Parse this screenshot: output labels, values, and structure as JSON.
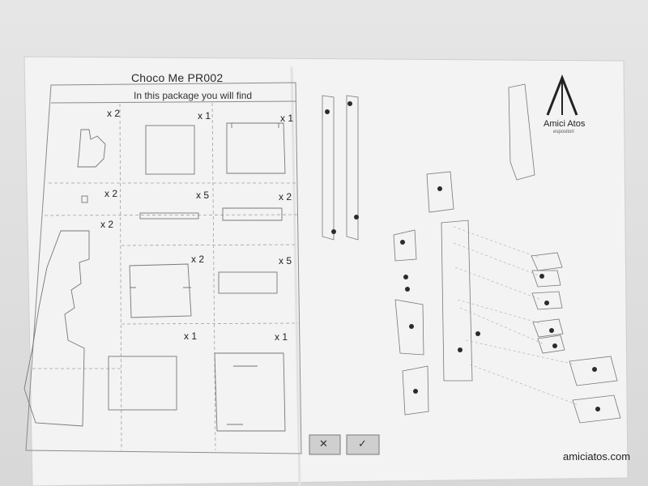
{
  "document": {
    "title": "Choco Me PR002",
    "subtitle": "In this package you will find"
  },
  "parts": [
    {
      "qty": "x 2"
    },
    {
      "qty": "x 1"
    },
    {
      "qty": "x 1"
    },
    {
      "qty": "x 2"
    },
    {
      "qty": "x 5"
    },
    {
      "qty": "x 2"
    },
    {
      "qty": "x 2"
    },
    {
      "qty": "x 2"
    },
    {
      "qty": "x 5"
    },
    {
      "qty": "x 1"
    },
    {
      "qty": "x 1"
    }
  ],
  "brand": {
    "logo_letter": "A",
    "name": "Amici Atos",
    "sub": "espositori"
  },
  "footer": {
    "website": "amiciatos.com"
  },
  "check_boxes": [
    {
      "mark": "✕"
    },
    {
      "mark": "✓"
    }
  ],
  "colors": {
    "paper": "#f4f4f4",
    "line": "#9a9a9a",
    "ink": "#222222",
    "badge": "#2b2b2b"
  }
}
